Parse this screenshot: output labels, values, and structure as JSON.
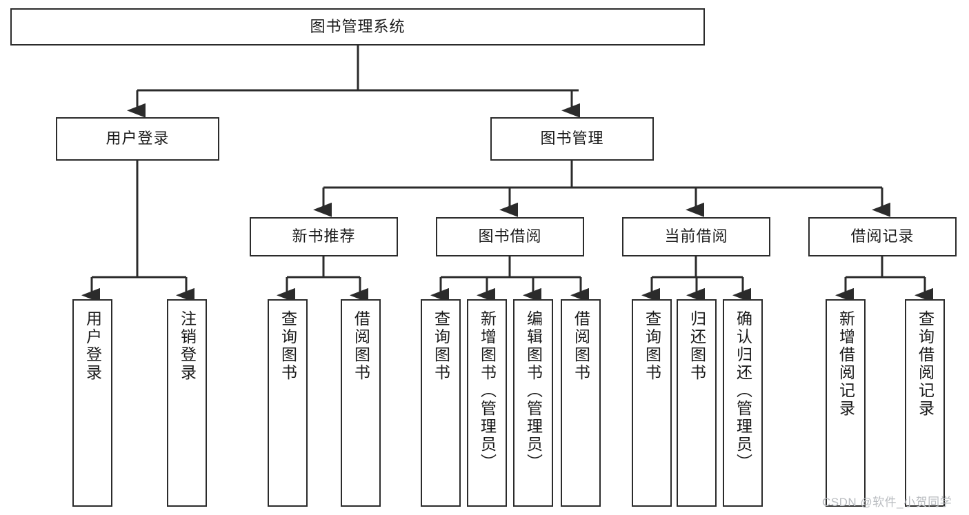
{
  "diagram": {
    "title": "图书管理系统",
    "type": "tree-hierarchy-diagram",
    "colors": {
      "box_border": "#2b2b2b",
      "box_fill": "#ffffff",
      "connector": "#2b2b2b",
      "text": "#1a1a1a",
      "watermark": "#b9bcc0"
    },
    "root": {
      "label": "图书管理系统"
    },
    "level2": [
      {
        "label": "用户登录"
      },
      {
        "label": "图书管理"
      }
    ],
    "level3": [
      {
        "label": "新书推荐"
      },
      {
        "label": "图书借阅"
      },
      {
        "label": "当前借阅"
      },
      {
        "label": "借阅记录"
      }
    ],
    "leaves": {
      "user_login": [
        {
          "label": "用户登录"
        },
        {
          "label": "注销登录"
        }
      ],
      "new_book_recommend": [
        {
          "label": "查询图书"
        },
        {
          "label": "借阅图书"
        }
      ],
      "book_borrow": [
        {
          "label": "查询图书"
        },
        {
          "label": "新增图书（管理员）"
        },
        {
          "label": "编辑图书（管理员）"
        },
        {
          "label": "借阅图书"
        }
      ],
      "current_borrow": [
        {
          "label": "查询图书"
        },
        {
          "label": "归还图书"
        },
        {
          "label": "确认归还（管理员）"
        }
      ],
      "borrow_record": [
        {
          "label": "新增借阅记录"
        },
        {
          "label": "查询借阅记录"
        }
      ]
    }
  },
  "watermark": {
    "text": "CSDN @软件_小贺同学"
  }
}
